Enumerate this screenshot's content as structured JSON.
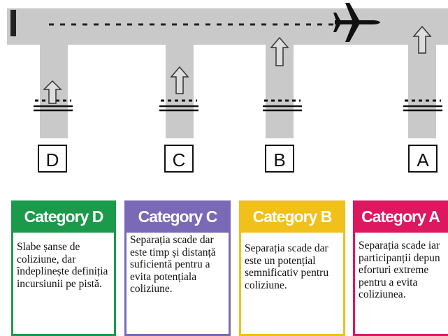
{
  "colors": {
    "taxiway": "#c9c9c9",
    "markings": "#111111",
    "cat_d": "#1a9a4a",
    "cat_c": "#7a69b6",
    "cat_b": "#f2c01b",
    "cat_a": "#dd1860"
  },
  "icons": [
    "airplane-icon",
    "up-arrow-icon",
    "hold-line-icon"
  ],
  "labels": [
    "D",
    "C",
    "B",
    "A"
  ],
  "categories": [
    {
      "title": "Category D",
      "text": "Slabe șanse de coliziune, dar îndeplinește definiția incursiunii pe pistă."
    },
    {
      "title": "Category C",
      "text": "Separația scade dar este timp și distanță suficientă pentru a evita potențiala coliziune."
    },
    {
      "title": "Category B",
      "text": "Separația scade dar este un potențial semnificativ pentru coliziune."
    },
    {
      "title": "Category A",
      "text": "Separația scade iar participanții depun eforturi extreme pentru a evita coliziunea."
    }
  ]
}
